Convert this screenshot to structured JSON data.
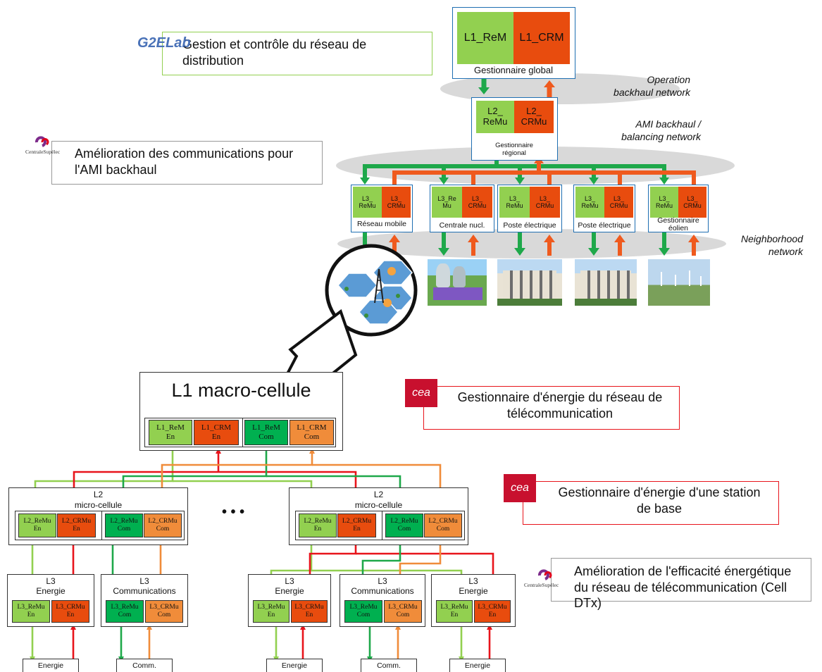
{
  "top": {
    "global": {
      "cells": [
        "L1_ReM",
        "L1_CRM"
      ],
      "label": "Gestionnaire global"
    },
    "regional": {
      "cells": [
        "L2_\nReMu",
        "L2_\nCRMu"
      ],
      "label": "Gestionnaire\nrégional"
    },
    "l3": [
      {
        "cells": [
          "L3_\nReMu",
          "L3_\nCRMu"
        ],
        "label": "Réseau mobile"
      },
      {
        "cells": [
          "L3_Re\nMu",
          "L3_\nCRMu"
        ],
        "label": "Centrale nucl."
      },
      {
        "cells": [
          "L3_\nReMu",
          "L3_\nCRMu"
        ],
        "label": "Poste électrique"
      },
      {
        "cells": [
          "L3_\nReMu",
          "L3_\nCRMu"
        ],
        "label": "Poste électrique"
      },
      {
        "cells": [
          "L3_\nReMu",
          "L3_\nCRMu"
        ],
        "label": "Gestionnaire\néolien"
      }
    ],
    "networks": {
      "operation": "Operation\nbackhaul network",
      "ami": "AMI backhaul /\nbalancing network",
      "neighborhood": "Neighborhood\nnetwork"
    }
  },
  "notes": {
    "g2elab": {
      "logo": "G2ELab",
      "text": "Gestion et contrôle du réseau de\ndistribution"
    },
    "centrale1": {
      "logo": "CentraleSupélec",
      "text": "Amélioration des communications pour\nl'AMI backhaul"
    },
    "cea1": {
      "logo": "cea",
      "text": "Gestionnaire d'énergie du réseau de\ntélécommunication"
    },
    "cea2": {
      "logo": "cea",
      "text": "Gestionnaire d'énergie d'une station\nde base"
    },
    "centrale2": {
      "logo": "CentraleSupélec",
      "text": "Amélioration de l'efficacité énergétique\ndu réseau de télécommunication (Cell\nDTx)"
    }
  },
  "bottom": {
    "l1": {
      "title": "L1 macro-cellule",
      "cells": [
        "L1_ReM\nEn",
        "L1_CRM\nEn",
        "L1_ReM\nCom",
        "L1_CRM\nCom"
      ]
    },
    "l2": {
      "title": "L2\nmicro-cellule",
      "cells": [
        "L2_ReMu\nEn",
        "L2_CRMu\nEn",
        "L2_ReMu\nCom",
        "L2_CRMu\nCom"
      ]
    },
    "ellipsis": "• • •",
    "l3_energie": {
      "title": "L3\nEnergie",
      "cells": [
        "L3_ReMu\nEn",
        "L3_CRMu\nEn"
      ]
    },
    "l3_comm": {
      "title": "L3\nCommunications",
      "cells": [
        "L3_ReMu\nCom",
        "L3_CRMu\nCom"
      ]
    },
    "leaf_energie": "Energie",
    "leaf_comm": "Comm."
  },
  "colors": {
    "light_green": "#92d050",
    "dark_green": "#00b050",
    "red_orange": "#e84c0e",
    "orange": "#f08c3a",
    "red_line": "#e8141b"
  }
}
